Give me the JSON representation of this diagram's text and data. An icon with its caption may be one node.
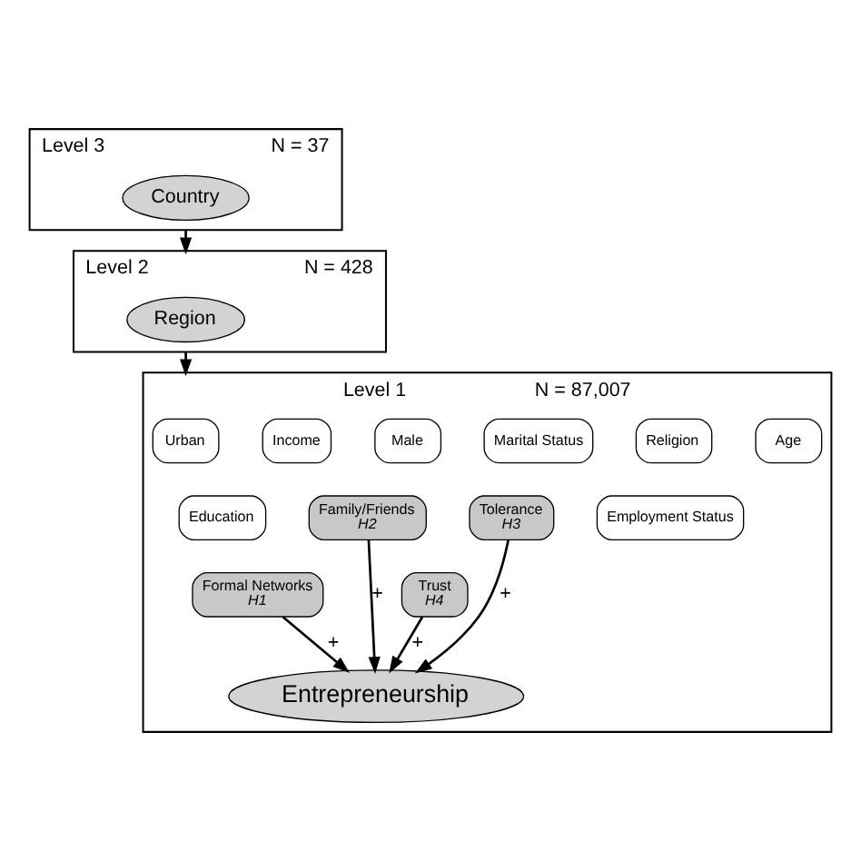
{
  "diagram": {
    "nodes": [
      {
        "text": [
          "Level 3",
          "N = 37"
        ]
      },
      {
        "text": [
          "Country"
        ],
        "in": 0
      },
      {
        "text": [
          "Level 2",
          "N = 428"
        ]
      },
      {
        "text": [
          "Region"
        ],
        "in": 2
      },
      {
        "text": [
          "Level 1",
          "N = 87,007"
        ]
      },
      {
        "text": [
          "Urban"
        ],
        "in": 4
      },
      {
        "text": [
          "Income"
        ],
        "in": 4
      },
      {
        "text": [
          "Male"
        ],
        "in": 4
      },
      {
        "text": [
          "Marital Status"
        ],
        "in": 4
      },
      {
        "text": [
          "Religion"
        ],
        "in": 4
      },
      {
        "text": [
          "Age"
        ],
        "in": 4
      },
      {
        "text": [
          "Education"
        ],
        "in": 4
      },
      {
        "text": [
          "Family/Friends",
          "H2"
        ],
        "in": 4
      },
      {
        "text": [
          "Tolerance",
          "H3"
        ],
        "in": 4
      },
      {
        "text": [
          "Employment Status"
        ],
        "in": 4
      },
      {
        "text": [
          "Formal Networks",
          "H1"
        ],
        "in": 4
      },
      {
        "text": [
          "Trust",
          "H4"
        ],
        "in": 4
      },
      {
        "text": [
          "Entrepreneurship"
        ],
        "in": 4
      }
    ],
    "edges": [
      {
        "from": 0,
        "to": 2,
        "arrow": "to"
      },
      {
        "from": 2,
        "to": 4,
        "arrow": "to"
      },
      {
        "from": 15,
        "to": 17,
        "arrow": "to",
        "label": "+"
      },
      {
        "from": 12,
        "to": 17,
        "arrow": "to",
        "label": "+"
      },
      {
        "from": 13,
        "to": 17,
        "arrow": "to",
        "label": "+"
      },
      {
        "from": 16,
        "to": 17,
        "arrow": "to",
        "label": "+"
      }
    ]
  }
}
